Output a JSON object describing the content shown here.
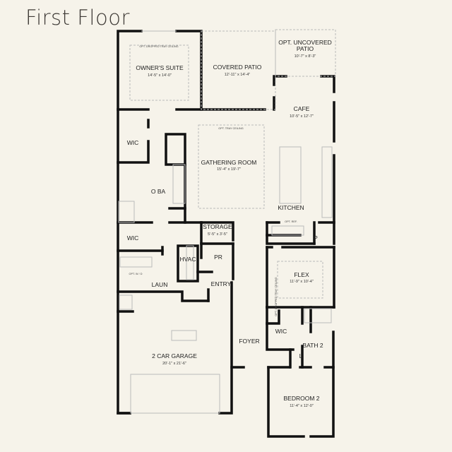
{
  "title": "First Floor",
  "rooms": {
    "owners_suite": {
      "name": "OWNER'S SUITE",
      "dims": "14'-5\" x 14'-0\"",
      "note": "OPT. DROPPED TRAY CEILING"
    },
    "covered_patio": {
      "name": "COVERED PATIO",
      "dims": "12'-11\" x 14'-4\""
    },
    "uncovered_patio": {
      "name_line1": "OPT. UNCOVERED",
      "name_line2": "PATIO",
      "dims": "10'-7\" x 8'-3\""
    },
    "cafe": {
      "name": "CAFE",
      "dims": "10'-5\" x 12'-7\""
    },
    "gathering_room": {
      "name": "GATHERING ROOM",
      "dims": "15'-4\" x 19'-7\"",
      "note": "OPT. TRAY CEILING"
    },
    "wic_owner": {
      "name": "WIC"
    },
    "owner_bath": {
      "name": "O BA"
    },
    "kitchen": {
      "name": "KITCHEN",
      "note": "OPT. REF."
    },
    "wic_2": {
      "name": "WIC"
    },
    "storage": {
      "name": "STORAGE",
      "dims": "5'-5\" x 3'-5\""
    },
    "pantry": {
      "name": "P"
    },
    "hvac": {
      "name": "HVAC"
    },
    "powder": {
      "name": "PR"
    },
    "laundry": {
      "name": "LAUN",
      "note": "OPT. W / D"
    },
    "entry": {
      "name": "ENTRY"
    },
    "flex": {
      "name": "FLEX",
      "dims": "11'-9\" x 10'-4\"",
      "note": "OPT. DROPPED TRAY CEILING"
    },
    "wic_3": {
      "name": "WIC"
    },
    "bath_2": {
      "name": "BATH 2"
    },
    "linen": {
      "name": "L"
    },
    "foyer": {
      "name": "FOYER"
    },
    "garage": {
      "name": "2 CAR GARAGE",
      "dims": "20'-1\" x 21'-6\""
    },
    "bedroom_2": {
      "name": "BEDROOM 2",
      "dims": "11'-4\" x 12'-0\""
    }
  }
}
